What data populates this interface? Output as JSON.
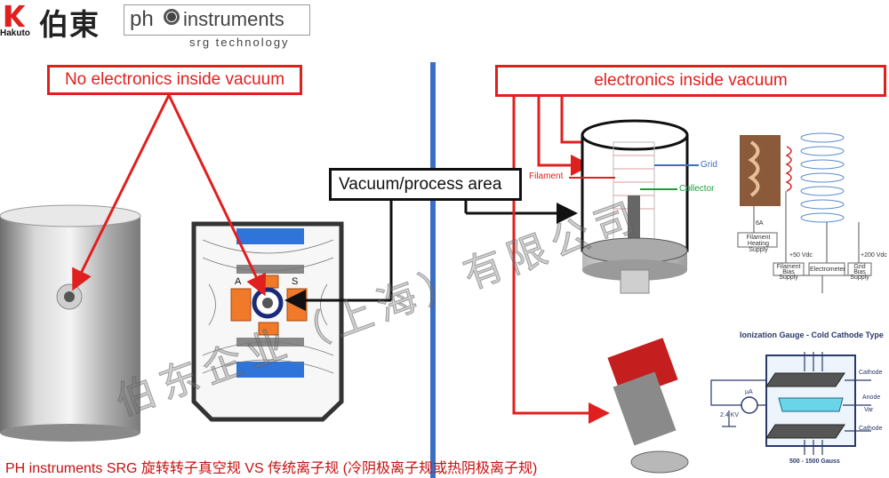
{
  "logos": {
    "hakuto_cjk": "伯東",
    "hakuto_word": "Hakuto",
    "ph_prefix": "ph",
    "ph_instruments": "instruments",
    "ph_tagline": "srg technology"
  },
  "callouts": {
    "no_electronics": "No electronics inside vacuum",
    "electronics": "electronics inside vacuum",
    "vacuum_area": "Vacuum/process area"
  },
  "sensor_labels": {
    "a": "A",
    "s": "S"
  },
  "hot_cathode_labels": {
    "filament": "Filament",
    "grid": "Grid",
    "collector": "Collector"
  },
  "circuit_labels": {
    "filament_heating": "Filament Heating Supply",
    "filament_bias": "Filament Bias Supply",
    "electrometer": "Electrometer",
    "grid_bias": "Grid Bias Supply",
    "v1": "+50 Vdc",
    "v2": "+200 Vdc",
    "amp": "6A"
  },
  "cold_cathode": {
    "title": "Ionization Gauge - Cold Cathode Type",
    "cathode_top": "Cathode",
    "anode": "Anode",
    "cathode_bottom": "Cathode",
    "voltage": "2.4 KV",
    "current": "µA",
    "field": "500 - 1500 Gauss",
    "var": "Var"
  },
  "watermark": "伯东企业（上海）有限公司",
  "footer": "PH instruments SRG 旋转转子真空规 VS 传统离子规 (冷阴极离子规或热阴极离子规)",
  "colors": {
    "callout_red": "#e0201e",
    "divider_blue": "#3b6fc4",
    "magnet_blue": "#2f74d8",
    "magnet_orange": "#f07a2a",
    "footer_red": "#c81010"
  }
}
